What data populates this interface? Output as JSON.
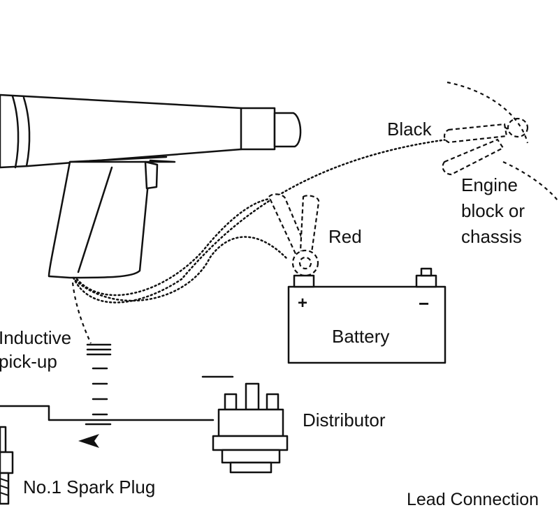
{
  "labels": {
    "black": "Black",
    "engine_block": [
      "Engine",
      "block or",
      "chassis"
    ],
    "red": "Red",
    "battery": "Battery",
    "battery_plus": "+",
    "battery_minus": "−",
    "inductive_pickup": [
      "Inductive",
      "pick-up"
    ],
    "distributor": "Distributor",
    "spark_plug": "No.1 Spark Plug",
    "lead_connection": "Lead Connection"
  },
  "colors": {
    "ink": "#111111",
    "background": "#ffffff"
  }
}
